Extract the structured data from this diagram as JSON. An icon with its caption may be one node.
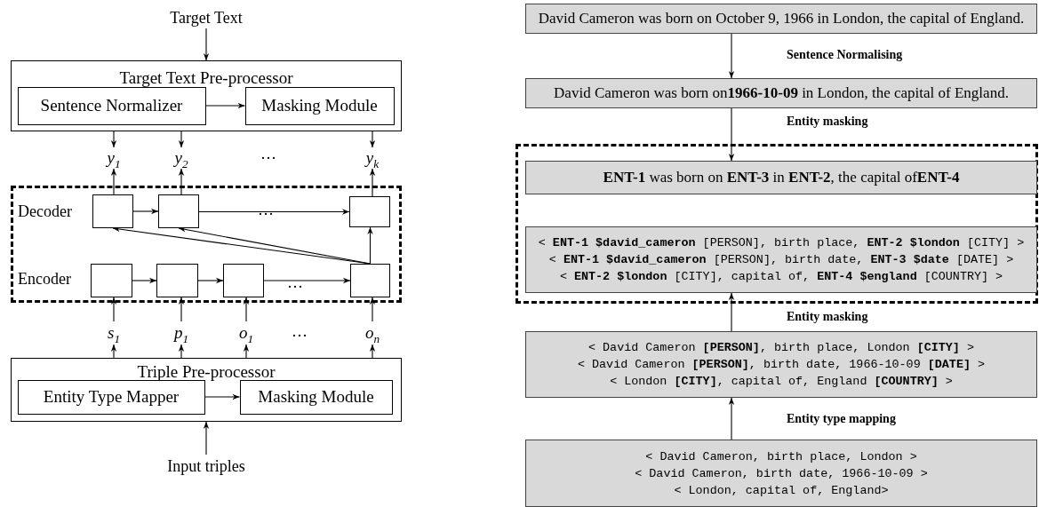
{
  "diagram": {
    "nodes": [
      {
        "text": [
          "Target Text"
        ]
      },
      {
        "text": [
          "Target Text Pre-processor"
        ]
      },
      {
        "text": [
          "Sentence Normalizer"
        ],
        "in": 1
      },
      {
        "text": [
          "Masking Module"
        ],
        "in": 1
      },
      {
        "text": [
          "y$_{1}$"
        ]
      },
      {
        "text": [
          "y$_{2}$"
        ]
      },
      {
        "text": [
          "y$_{k}$"
        ]
      },
      {
        "text": [],
        "shape": "box"
      },
      {
        "text": [],
        "shape": "box",
        "in": 7
      },
      {
        "text": [],
        "shape": "box",
        "in": 7
      },
      {
        "text": [],
        "shape": "box",
        "in": 7
      },
      {
        "text": [],
        "shape": "box",
        "in": 7
      },
      {
        "text": [],
        "shape": "box",
        "in": 7
      },
      {
        "text": [],
        "shape": "box",
        "in": 7
      },
      {
        "text": [],
        "shape": "box",
        "in": 7
      },
      {
        "text": [
          "s$_{1}$"
        ]
      },
      {
        "text": [
          "p$_{1}$"
        ]
      },
      {
        "text": [
          "o$_{1}$"
        ]
      },
      {
        "text": [
          "o$_{n}$"
        ]
      },
      {
        "text": [
          "Triple Pre-processor"
        ]
      },
      {
        "text": [
          "Entity Type Mapper"
        ],
        "in": 19
      },
      {
        "text": [
          "Masking Module"
        ],
        "in": 19
      },
      {
        "text": [
          "Input triples"
        ]
      },
      {
        "text": [
          "David Cameron was born on October 9, 1966 in London, the capital of England."
        ]
      },
      {
        "text": [
          "David Cameron was born on**1966-10-09** in London, the capital of England."
        ]
      },
      {
        "text": [],
        "shape": "box"
      },
      {
        "text": [
          "**ENT-1** was born on **ENT-3** in **ENT-2**, the capital of**ENT-4**"
        ],
        "in": 25
      },
      {
        "text": [
          "< **ENT-1 $david_cameron** [PERSON], birth place, **ENT-2 $london** [CITY] >",
          "< **ENT-1 $david_cameron** [PERSON], birth date, **ENT-3 $date** [DATE] >",
          "< **ENT-2 $london** [CITY], capital of, **ENT-4 $england** [COUNTRY] >"
        ],
        "in": 25
      },
      {
        "text": [
          "< David Cameron **[PERSON]**, birth place, London **[CITY]** >",
          "< David Cameron **[PERSON]**, birth date, 1966-10-09 **[DATE]** >",
          "< London **[CITY]**, capital of, England **[COUNTRY]** >"
        ]
      },
      {
        "text": [
          "< David Cameron, birth place, London >",
          "< David Cameron, birth date, 1966-10-09 >",
          "< London, capital of, England>"
        ]
      }
    ],
    "edges": [
      {
        "from": 0,
        "to": 1,
        "arrow": "to"
      },
      {
        "from": 2,
        "to": 3,
        "arrow": "to"
      },
      {
        "from": 1,
        "to": 4,
        "arrow": "to"
      },
      {
        "from": 1,
        "to": 5,
        "arrow": "to"
      },
      {
        "from": 1,
        "to": 6,
        "arrow": "to"
      },
      {
        "from": 8,
        "to": 4,
        "arrow": "to"
      },
      {
        "from": 9,
        "to": 5,
        "arrow": "to"
      },
      {
        "from": 10,
        "to": 6,
        "arrow": "to"
      },
      {
        "from": 8,
        "to": 9,
        "arrow": "to"
      },
      {
        "from": 9,
        "to": 10,
        "arrow": "to"
      },
      {
        "from": 11,
        "to": 12,
        "arrow": "to"
      },
      {
        "from": 12,
        "to": 13,
        "arrow": "to"
      },
      {
        "from": 13,
        "to": 14,
        "arrow": "to"
      },
      {
        "from": 14,
        "to": 10,
        "arrow": "to"
      },
      {
        "from": 14,
        "to": 8,
        "arrow": "to"
      },
      {
        "from": 14,
        "to": 9,
        "arrow": "to"
      },
      {
        "from": 15,
        "to": 11,
        "arrow": "to"
      },
      {
        "from": 16,
        "to": 12,
        "arrow": "to"
      },
      {
        "from": 17,
        "to": 13,
        "arrow": "to"
      },
      {
        "from": 18,
        "to": 14,
        "arrow": "to"
      },
      {
        "from": 19,
        "to": 15,
        "arrow": "to"
      },
      {
        "from": 19,
        "to": 16,
        "arrow": "to"
      },
      {
        "from": 19,
        "to": 17,
        "arrow": "to"
      },
      {
        "from": 19,
        "to": 18,
        "arrow": "to"
      },
      {
        "from": 20,
        "to": 21,
        "arrow": "to"
      },
      {
        "from": 22,
        "to": 19,
        "arrow": "to"
      },
      {
        "from": 23,
        "to": 24,
        "arrow": "to",
        "label": "Sentence Normalising"
      },
      {
        "from": 24,
        "to": 26,
        "arrow": "to",
        "label": "Entity masking"
      },
      {
        "from": 28,
        "to": 27,
        "arrow": "to",
        "label": "Entity masking"
      },
      {
        "from": 29,
        "to": 28,
        "arrow": "to",
        "label": "Entity type mapping"
      }
    ],
    "labels": [
      "…",
      "Decoder",
      "…",
      "Encoder",
      "…",
      "…"
    ]
  }
}
